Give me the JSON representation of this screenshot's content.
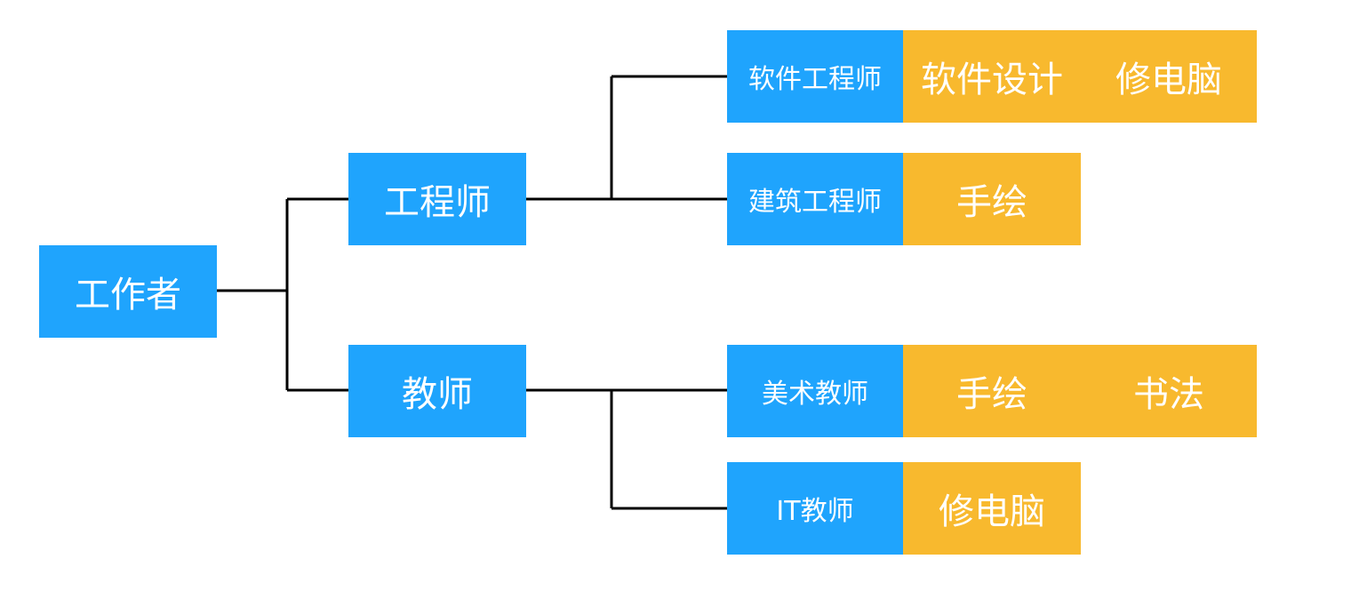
{
  "colors": {
    "node_blue": "#1fa4fd",
    "skill_orange": "#f8b92e",
    "connector": "#000000",
    "text": "#ffffff"
  },
  "root": {
    "label": "工作者"
  },
  "branches": [
    {
      "label": "工程师",
      "children": [
        {
          "label": "软件工程师",
          "skills": [
            "软件设计",
            "修电脑"
          ]
        },
        {
          "label": "建筑工程师",
          "skills": [
            "手绘"
          ]
        }
      ]
    },
    {
      "label": "教师",
      "children": [
        {
          "label": "美术教师",
          "skills": [
            "手绘",
            "书法"
          ]
        },
        {
          "label": "IT教师",
          "skills": [
            "修电脑"
          ]
        }
      ]
    }
  ]
}
